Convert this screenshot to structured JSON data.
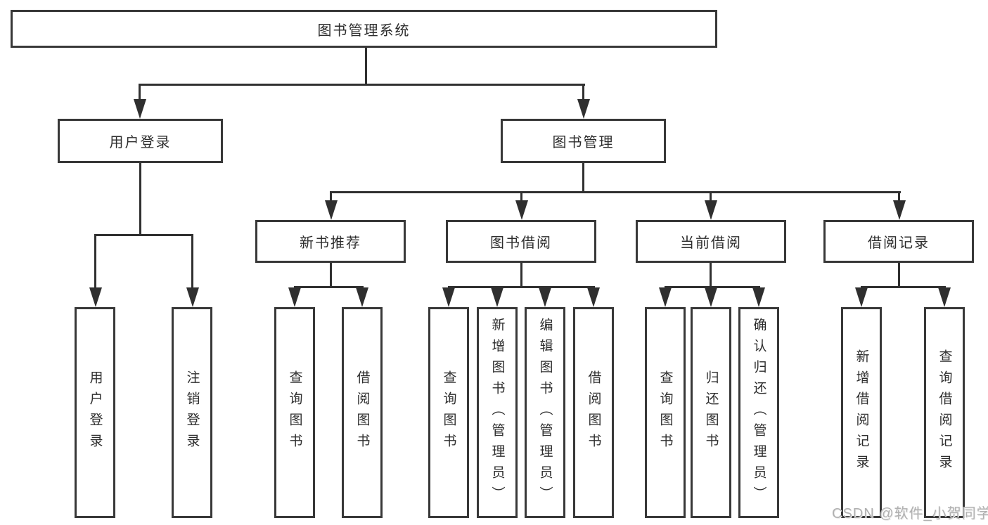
{
  "tree": {
    "root": "图书管理系统",
    "branches": [
      {
        "label": "用户登录",
        "leaves": [
          "用户登录",
          "注销登录"
        ]
      },
      {
        "label": "图书管理",
        "sections": [
          {
            "label": "新书推荐",
            "leaves": [
              "查询图书",
              "借阅图书"
            ]
          },
          {
            "label": "图书借阅",
            "leaves": [
              "查询图书",
              "新增图书（管理员）",
              "编辑图书（管理员）",
              "借阅图书"
            ]
          },
          {
            "label": "当前借阅",
            "leaves": [
              "查询图书",
              "归还图书",
              "确认归还（管理员）"
            ]
          },
          {
            "label": "借阅记录",
            "leaves": [
              "新增借阅记录",
              "查询借阅记录"
            ]
          }
        ]
      }
    ]
  },
  "colors": {
    "line": "#303030",
    "border": "#383838",
    "text": "#2d2d2d",
    "watermark": "#b1b1b1"
  },
  "watermark": "CSDN @软件_小贺同学"
}
